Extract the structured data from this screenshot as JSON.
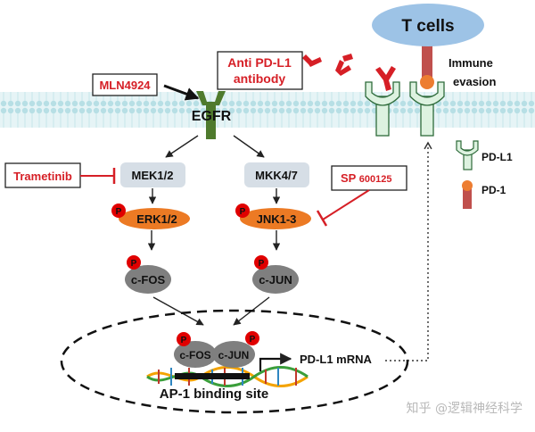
{
  "tcells": "T cells",
  "immune_evasion": [
    "Immune",
    "evasion"
  ],
  "anti_pdl1": [
    "Anti PD-L1",
    "antibody"
  ],
  "mln4924": "MLN4924",
  "egfr": "EGFR",
  "trametinib": "Trametinib",
  "mek": "MEK1/2",
  "mkk": "MKK4/7",
  "sp600125": [
    "SP",
    "600125"
  ],
  "erk": "ERK1/2",
  "jnk": "JNK1-3",
  "cfos": "c-FOS",
  "cjun": "c-JUN",
  "phospho": "P",
  "pdl1_mrna": "PD-L1 mRNA",
  "ap1_site": "AP-1 binding site",
  "legend": {
    "pdl1": "PD-L1",
    "pd1": "PD-1"
  },
  "watermark": "知乎 @逻辑神经科学",
  "colors": {
    "red": "#d61f26",
    "orange": "#ec7a24",
    "grey_box": "#d6dee6",
    "membrane": "#d4ecef",
    "tcell": "#9dc3e6",
    "egfr_green": "#4f7a2d",
    "pdl1_fill": "#ddf2e0",
    "pd1_stem": "#c0504d",
    "pd1_head": "#ed7d31"
  }
}
